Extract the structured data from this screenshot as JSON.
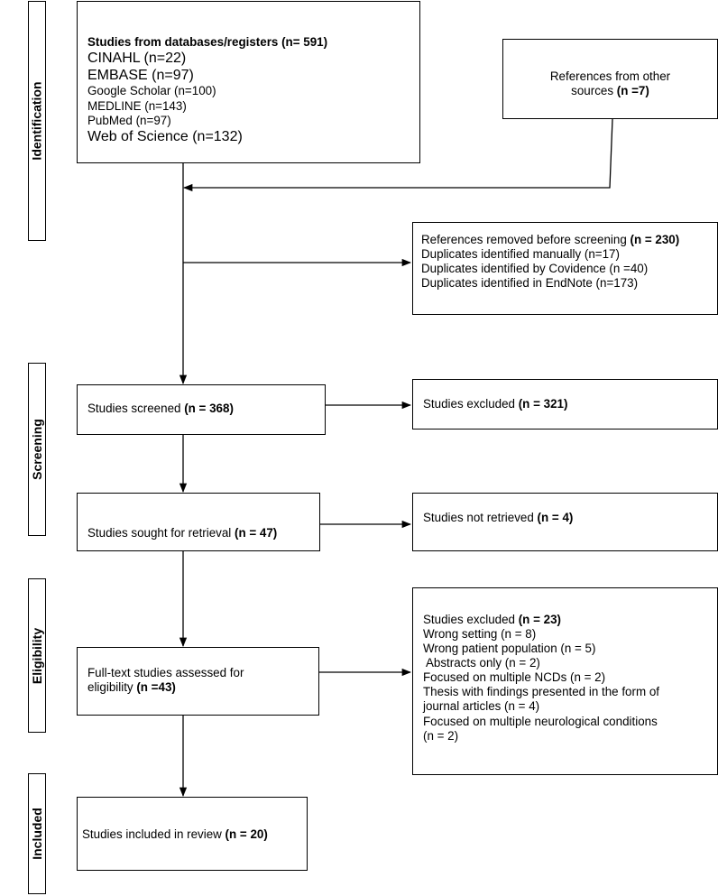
{
  "phases": {
    "identification": "Identification",
    "screening": "Screening",
    "eligibility": "Eligibility",
    "included": "Included"
  },
  "databases": {
    "heading": "Studies from databases/registers (n= 591)",
    "items": [
      "CINAHL (n=22)",
      "EMBASE (n=97)",
      "Google Scholar (n=100)",
      "MEDLINE (n=143)",
      "PubMed (n=97)",
      "Web of Science (n=132)"
    ]
  },
  "other_sources": {
    "line1": "References from other",
    "line2_prefix": "sources ",
    "count": "(n =7)"
  },
  "removed": {
    "prefix": "References removed before screening ",
    "count": "(n = 230)",
    "items": [
      "Duplicates identified manually (n=17)",
      "Duplicates identified by Covidence (n =40)",
      "Duplicates identified in EndNote (n=173)"
    ]
  },
  "screened": {
    "prefix": "Studies screened ",
    "count": "(n = 368)"
  },
  "excluded_screen": {
    "prefix": "Studies excluded ",
    "count": "(n = 321)"
  },
  "sought": {
    "prefix": "Studies sought for retrieval ",
    "count": "(n = 47)"
  },
  "not_retrieved": {
    "prefix": "Studies not retrieved ",
    "count": "(n = 4)"
  },
  "assessed": {
    "line1": "Full-text studies assessed for",
    "line2_prefix": "eligibility ",
    "count": "(n =43)"
  },
  "excluded_full": {
    "prefix": "Studies excluded ",
    "count": "(n = 23)",
    "items": [
      "Wrong setting (n = 8)",
      "Wrong patient population (n = 5)",
      " Abstracts only (n = 2)",
      "Focused on multiple NCDs (n = 2)",
      "Thesis with findings presented in the form of",
      "journal articles (n = 4)",
      "Focused on multiple neurological conditions",
      "(n = 2)"
    ]
  },
  "included": {
    "prefix": "Studies included in review ",
    "count": "(n = 20)"
  }
}
